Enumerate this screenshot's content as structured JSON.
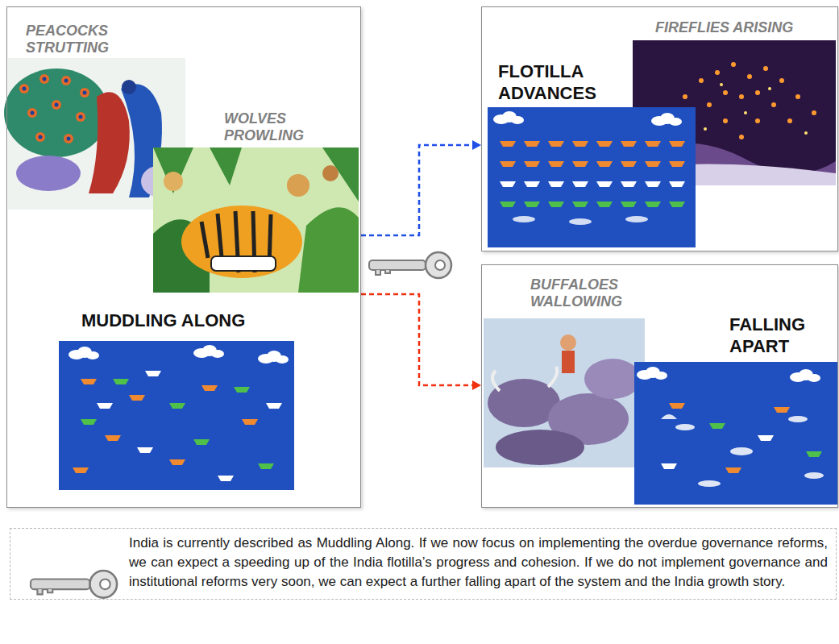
{
  "diagram": {
    "nodes": [
      {
        "text": [
          "PEACOCKS STRUTTING",
          "WOLVES PROWLING",
          "MUDDLING ALONG"
        ]
      },
      {
        "text": [
          "FIREFLIES ARISING",
          "FLOTILLA ADVANCES"
        ]
      },
      {
        "text": [
          "BUFFALOES WALLOWING",
          "FALLING APART"
        ]
      },
      {
        "text": [
          "India is currently described as Muddling Along. If we now focus on implementing the overdue governance reforms, we can expect a speeding up of the India flotilla’s progress and cohesion. If we do not implement governance and institutional reforms very soon, we can expect a further falling apart of the system and the India growth story."
        ]
      }
    ],
    "edges": [
      {
        "from": 0,
        "to": 1,
        "arrow": "to"
      },
      {
        "from": 0,
        "to": 2,
        "arrow": "to"
      }
    ]
  }
}
